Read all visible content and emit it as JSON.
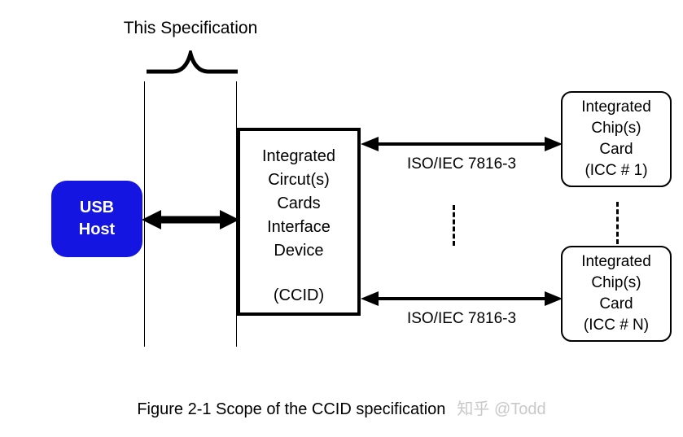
{
  "diagram": {
    "spec_scope": {
      "title": "This Specification",
      "brace_icon": "brace-icon",
      "boundary_left_icon": "vertical-rule-icon",
      "boundary_right_icon": "vertical-rule-icon"
    },
    "usb_host": {
      "line1": "USB",
      "line2": "Host",
      "color": "#1515e2",
      "text_color": "#ffffff"
    },
    "usb_link": {
      "icon": "double-arrow-horizontal-icon"
    },
    "ccid": {
      "lines": [
        "Integrated",
        "Circut(s)",
        "Cards",
        "Interface",
        "Device"
      ],
      "acronym": "(CCID)",
      "border_color": "#000000",
      "fill_color": "#ffffff"
    },
    "icc_cards": [
      {
        "lines": [
          "Integrated",
          "Chip(s)",
          "Card",
          "(ICC # 1)"
        ]
      },
      {
        "lines": [
          "Integrated",
          "Chip(s)",
          "Card",
          "(ICC # N)"
        ]
      }
    ],
    "iso_links": [
      {
        "label": "ISO/IEC 7816-3",
        "icon": "double-arrow-horizontal-icon"
      },
      {
        "label": "ISO/IEC 7816-3",
        "icon": "double-arrow-horizontal-icon"
      }
    ],
    "ellipsis": {
      "middle_icon": "vertical-dashed-line-icon",
      "right_icon": "vertical-dashed-line-icon"
    }
  },
  "caption": {
    "text": "Figure 2-1 Scope of the CCID specification"
  },
  "watermark": {
    "text": "知乎 @Todd",
    "color": "#c9c9c9"
  }
}
